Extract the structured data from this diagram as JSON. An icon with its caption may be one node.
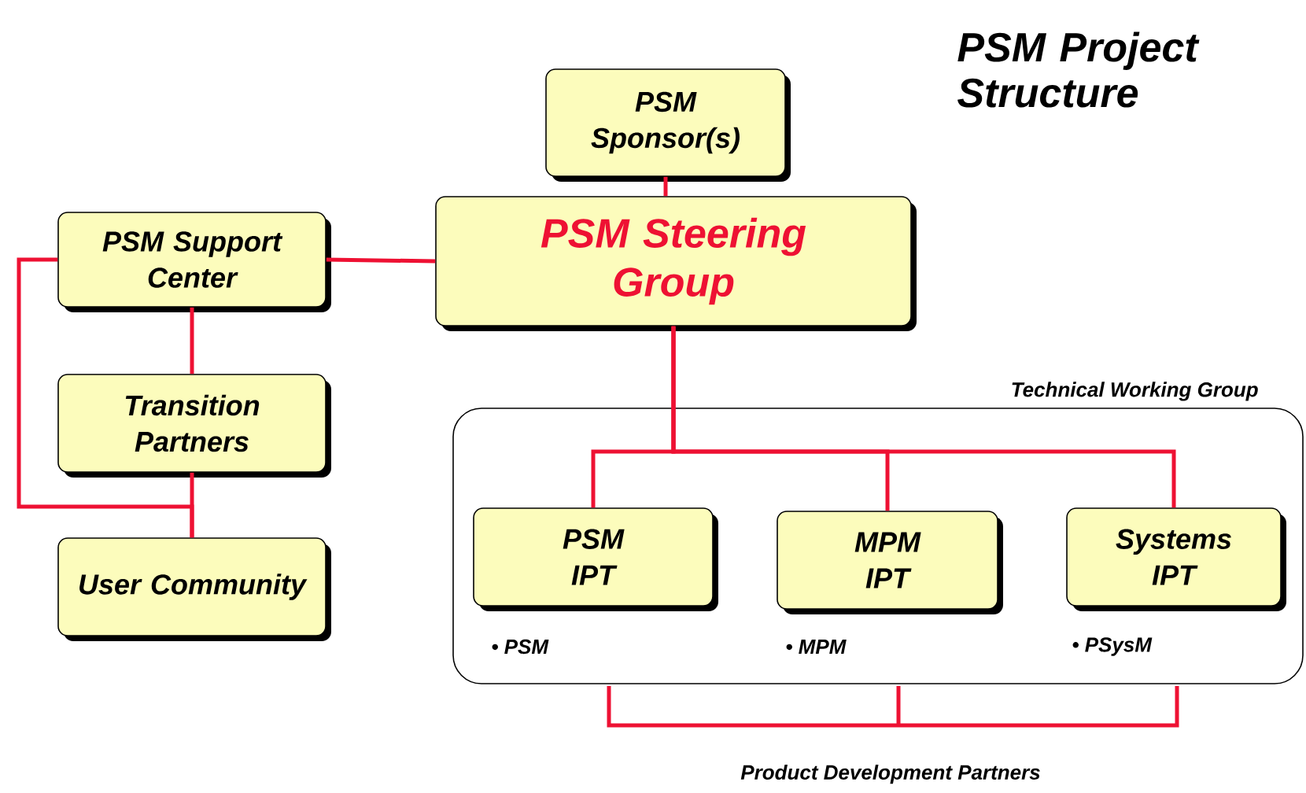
{
  "diagram": {
    "title": "PSM Project Structure",
    "nodes": [
      {
        "text": [
          "PSM Sponsor(s)"
        ]
      },
      {
        "text": [
          "PSM Steering Group"
        ]
      },
      {
        "text": [
          "PSM  Support Center"
        ]
      },
      {
        "text": [
          "Transition Partners"
        ]
      },
      {
        "text": [
          "User Community"
        ]
      },
      {
        "text": [
          "Technical Working Group"
        ]
      },
      {
        "text": [
          "PSM IPT"
        ],
        "in": 5,
        "beside": [
          "• PSM"
        ]
      },
      {
        "text": [
          "MPM IPT"
        ],
        "in": 5,
        "beside": [
          "• MPM"
        ]
      },
      {
        "text": [
          "Systems IPT"
        ],
        "in": 5,
        "beside": [
          "• PSysM"
        ]
      }
    ],
    "edges": [
      {
        "from": 0,
        "to": 1,
        "arrow": "none"
      },
      {
        "from": 1,
        "to": 2,
        "arrow": "none"
      },
      {
        "from": 2,
        "to": 3,
        "arrow": "none"
      },
      {
        "from": 3,
        "to": 4,
        "arrow": "none"
      },
      {
        "from": 2,
        "to": 4,
        "arrow": "none"
      },
      {
        "from": 1,
        "to": 6,
        "arrow": "none"
      },
      {
        "from": 1,
        "to": 7,
        "arrow": "none"
      },
      {
        "from": 1,
        "to": 8,
        "arrow": "none"
      }
    ],
    "labels": [
      "Product Development Partners"
    ]
  }
}
